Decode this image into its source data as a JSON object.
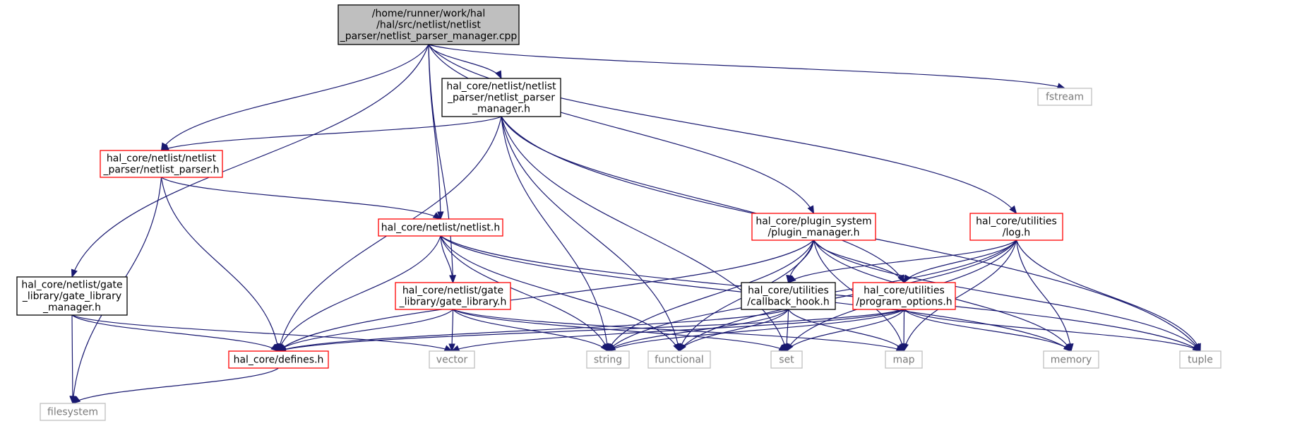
{
  "colors": {
    "edge": "#191970",
    "root_fill": "#bfbfbf",
    "root_border": "#000000",
    "documented_border": "#000000",
    "partial_border": "#ff0000",
    "system_border": "#bfbfbf",
    "system_text": "#7a7a7a"
  },
  "nodes": [
    {
      "id": "root",
      "style": "root",
      "lines": [
        "/home/runner/work/hal",
        "/hal/src/netlist/netlist",
        "_parser/netlist_parser_manager.cpp"
      ]
    },
    {
      "id": "npm_h",
      "style": "documented",
      "lines": [
        "hal_core/netlist/netlist",
        "_parser/netlist_parser",
        "_manager.h"
      ]
    },
    {
      "id": "fstream",
      "style": "system",
      "lines": [
        "fstream"
      ]
    },
    {
      "id": "np_h",
      "style": "partial",
      "lines": [
        "hal_core/netlist/netlist",
        "_parser/netlist_parser.h"
      ]
    },
    {
      "id": "netlist_h",
      "style": "partial",
      "lines": [
        "hal_core/netlist/netlist.h"
      ]
    },
    {
      "id": "pm_h",
      "style": "partial",
      "lines": [
        "hal_core/plugin_system",
        "/plugin_manager.h"
      ]
    },
    {
      "id": "log_h",
      "style": "partial",
      "lines": [
        "hal_core/utilities",
        "/log.h"
      ]
    },
    {
      "id": "glm_h",
      "style": "documented",
      "lines": [
        "hal_core/netlist/gate",
        "_library/gate_library",
        "_manager.h"
      ]
    },
    {
      "id": "gl_h",
      "style": "partial",
      "lines": [
        "hal_core/netlist/gate",
        "_library/gate_library.h"
      ]
    },
    {
      "id": "cb_h",
      "style": "documented",
      "lines": [
        "hal_core/utilities",
        "/callback_hook.h"
      ]
    },
    {
      "id": "po_h",
      "style": "partial",
      "lines": [
        "hal_core/utilities",
        "/program_options.h"
      ]
    },
    {
      "id": "defines_h",
      "style": "partial",
      "lines": [
        "hal_core/defines.h"
      ]
    },
    {
      "id": "vector",
      "style": "system",
      "lines": [
        "vector"
      ]
    },
    {
      "id": "string",
      "style": "system",
      "lines": [
        "string"
      ]
    },
    {
      "id": "functional",
      "style": "system",
      "lines": [
        "functional"
      ]
    },
    {
      "id": "set",
      "style": "system",
      "lines": [
        "set"
      ]
    },
    {
      "id": "map",
      "style": "system",
      "lines": [
        "map"
      ]
    },
    {
      "id": "memory",
      "style": "system",
      "lines": [
        "memory"
      ]
    },
    {
      "id": "tuple",
      "style": "system",
      "lines": [
        "tuple"
      ]
    },
    {
      "id": "filesystem",
      "style": "system",
      "lines": [
        "filesystem"
      ]
    }
  ],
  "edges": [
    [
      "root",
      "npm_h"
    ],
    [
      "root",
      "fstream"
    ],
    [
      "root",
      "np_h"
    ],
    [
      "root",
      "netlist_h"
    ],
    [
      "root",
      "gl_h"
    ],
    [
      "root",
      "pm_h"
    ],
    [
      "root",
      "log_h"
    ],
    [
      "root",
      "glm_h"
    ],
    [
      "npm_h",
      "np_h"
    ],
    [
      "npm_h",
      "defines_h"
    ],
    [
      "npm_h",
      "string"
    ],
    [
      "npm_h",
      "functional"
    ],
    [
      "npm_h",
      "set"
    ],
    [
      "npm_h",
      "po_h"
    ],
    [
      "npm_h",
      "tuple"
    ],
    [
      "np_h",
      "netlist_h"
    ],
    [
      "np_h",
      "defines_h"
    ],
    [
      "np_h",
      "filesystem"
    ],
    [
      "netlist_h",
      "defines_h"
    ],
    [
      "netlist_h",
      "gl_h"
    ],
    [
      "netlist_h",
      "string"
    ],
    [
      "netlist_h",
      "functional"
    ],
    [
      "netlist_h",
      "memory"
    ],
    [
      "netlist_h",
      "tuple"
    ],
    [
      "gl_h",
      "defines_h"
    ],
    [
      "gl_h",
      "vector"
    ],
    [
      "gl_h",
      "string"
    ],
    [
      "gl_h",
      "set"
    ],
    [
      "gl_h",
      "map"
    ],
    [
      "pm_h",
      "defines_h"
    ],
    [
      "pm_h",
      "cb_h"
    ],
    [
      "pm_h",
      "po_h"
    ],
    [
      "pm_h",
      "string"
    ],
    [
      "pm_h",
      "functional"
    ],
    [
      "pm_h",
      "map"
    ],
    [
      "pm_h",
      "memory"
    ],
    [
      "pm_h",
      "tuple"
    ],
    [
      "log_h",
      "cb_h"
    ],
    [
      "log_h",
      "po_h"
    ],
    [
      "log_h",
      "string"
    ],
    [
      "log_h",
      "functional"
    ],
    [
      "log_h",
      "set"
    ],
    [
      "log_h",
      "map"
    ],
    [
      "log_h",
      "memory"
    ],
    [
      "log_h",
      "tuple"
    ],
    [
      "cb_h",
      "defines_h"
    ],
    [
      "cb_h",
      "string"
    ],
    [
      "cb_h",
      "functional"
    ],
    [
      "cb_h",
      "set"
    ],
    [
      "cb_h",
      "map"
    ],
    [
      "po_h",
      "defines_h"
    ],
    [
      "po_h",
      "vector"
    ],
    [
      "po_h",
      "string"
    ],
    [
      "po_h",
      "set"
    ],
    [
      "po_h",
      "map"
    ],
    [
      "po_h",
      "memory"
    ],
    [
      "po_h",
      "tuple"
    ],
    [
      "glm_h",
      "defines_h"
    ],
    [
      "glm_h",
      "vector"
    ],
    [
      "glm_h",
      "filesystem"
    ],
    [
      "defines_h",
      "filesystem"
    ]
  ]
}
